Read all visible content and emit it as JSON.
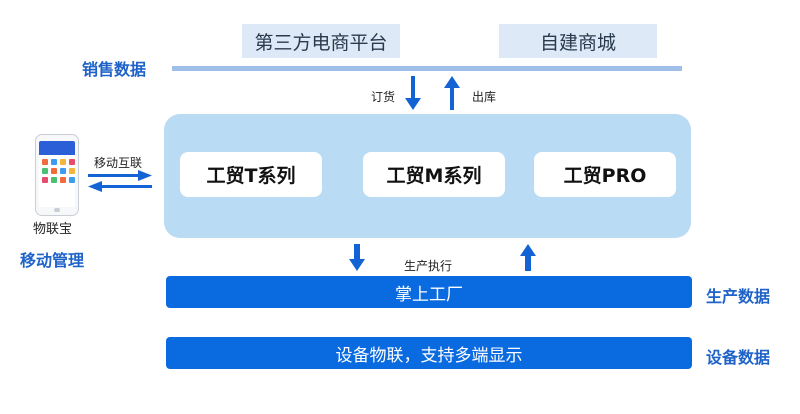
{
  "top": {
    "platform_a": "第三方电商平台",
    "platform_b": "自建商城"
  },
  "labels": {
    "sales_data": "销售数据",
    "order": "订货",
    "outbound": "出库",
    "mobile_interconnect": "移动互联",
    "app_name": "物联宝",
    "mobile_management": "移动管理",
    "production_execution": "生产执行",
    "production_data": "生产数据",
    "device_data": "设备数据"
  },
  "series": [
    "工贸T系列",
    "工贸M系列",
    "工贸PRO"
  ],
  "bars": {
    "factory": "掌上工厂",
    "iot": "设备物联，支持多端显示"
  },
  "colors": {
    "accent_blue": "#0a6ae0",
    "label_blue": "#1f63c9",
    "panel_light_blue": "#b9dcf4",
    "pill_bg": "#dde9f6",
    "line_blue": "#9fbfe9"
  }
}
